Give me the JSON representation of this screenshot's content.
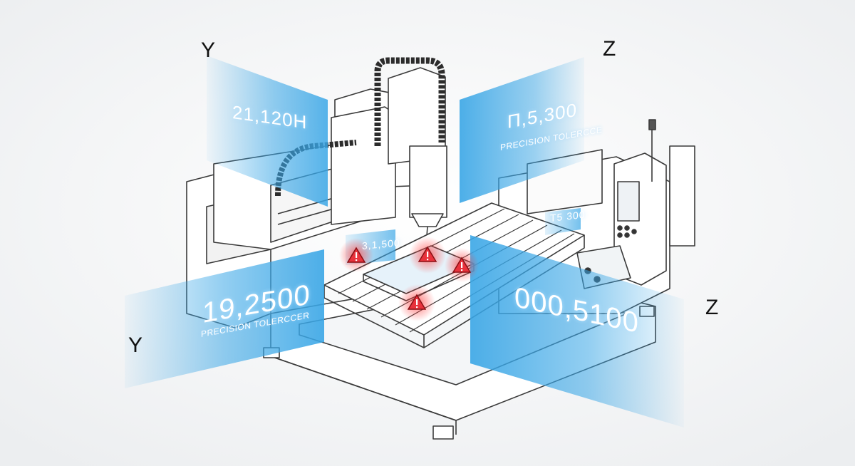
{
  "axes": {
    "y_top": "Y",
    "z_top": "Z",
    "y_bottom": "Y",
    "z_bottom": "Z"
  },
  "readouts": {
    "top_left_value": "21,120H",
    "top_right_value": "Π,5,300",
    "top_right_caption": "PRECISION TOLERCCE",
    "center_small_value": "3,1,500",
    "right_small_value": "T5 300",
    "bottom_left_value": "19,2500",
    "bottom_left_caption": "PRECISION TOLERCCER",
    "bottom_right_value": "000,5100"
  },
  "colors": {
    "panel_blue": "#39a6e6",
    "line": "#3a3a3a",
    "warning_red": "#e8323c",
    "background": "#f7f8f9"
  },
  "icons": {
    "warning": "warning-triangle-icon"
  }
}
